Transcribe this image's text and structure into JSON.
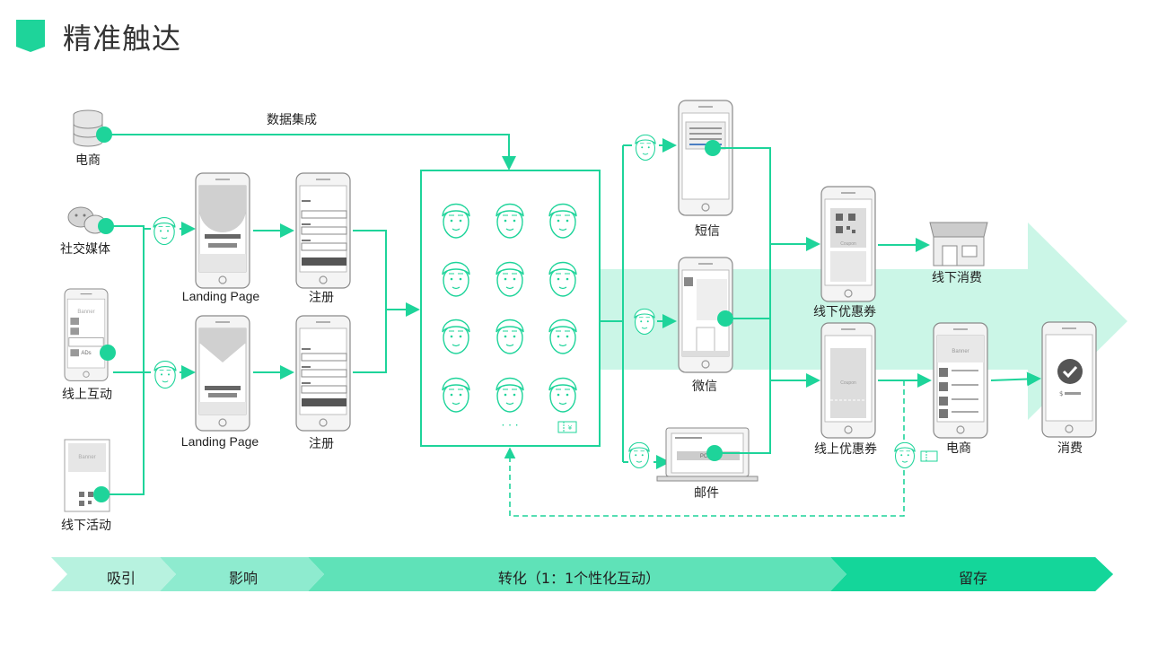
{
  "page_title": "精准触达",
  "colors": {
    "accent": "#1ed49a",
    "accent_dark": "#10c988",
    "band_light": "#cbf6e7",
    "stage1": "#b7f2df",
    "stage2": "#8eebcf",
    "stage3": "#5fe2b8",
    "stage4": "#14d69a",
    "device_stroke": "#8a8a8a",
    "device_fill": "#e6e6e6"
  },
  "icons": [
    "database-icon",
    "wechat-icon",
    "phone-icon",
    "flyer-icon",
    "avatar-icon",
    "coupon-icon",
    "store-icon",
    "laptop-icon",
    "check-icon",
    "qr-code-icon"
  ],
  "sources": {
    "ecommerce": "电商",
    "social_media": "社交媒体",
    "online_activity": "线上互动",
    "offline_activity": "线下活动"
  },
  "data_integration": "数据集成",
  "landing_page_1": "Landing Page",
  "landing_page_2": "Landing Page",
  "register_1": "注册",
  "register_2": "注册",
  "channels": {
    "sms": "短信",
    "wechat": "微信",
    "email": "邮件"
  },
  "coupons": {
    "offline": "线下优惠券",
    "online": "线上优惠券"
  },
  "outcomes": {
    "offline_consumption": "线下消费",
    "ecommerce": "电商",
    "consumption": "消费"
  },
  "device_text": {
    "banner": "Banner",
    "ads": "ADs",
    "coupon": "Coupon",
    "price": "PC",
    "ellipsis": "· · ·",
    "yen": "¥"
  },
  "stages": [
    "吸引",
    "影响",
    "转化（1：1个性化互动）",
    "留存"
  ]
}
